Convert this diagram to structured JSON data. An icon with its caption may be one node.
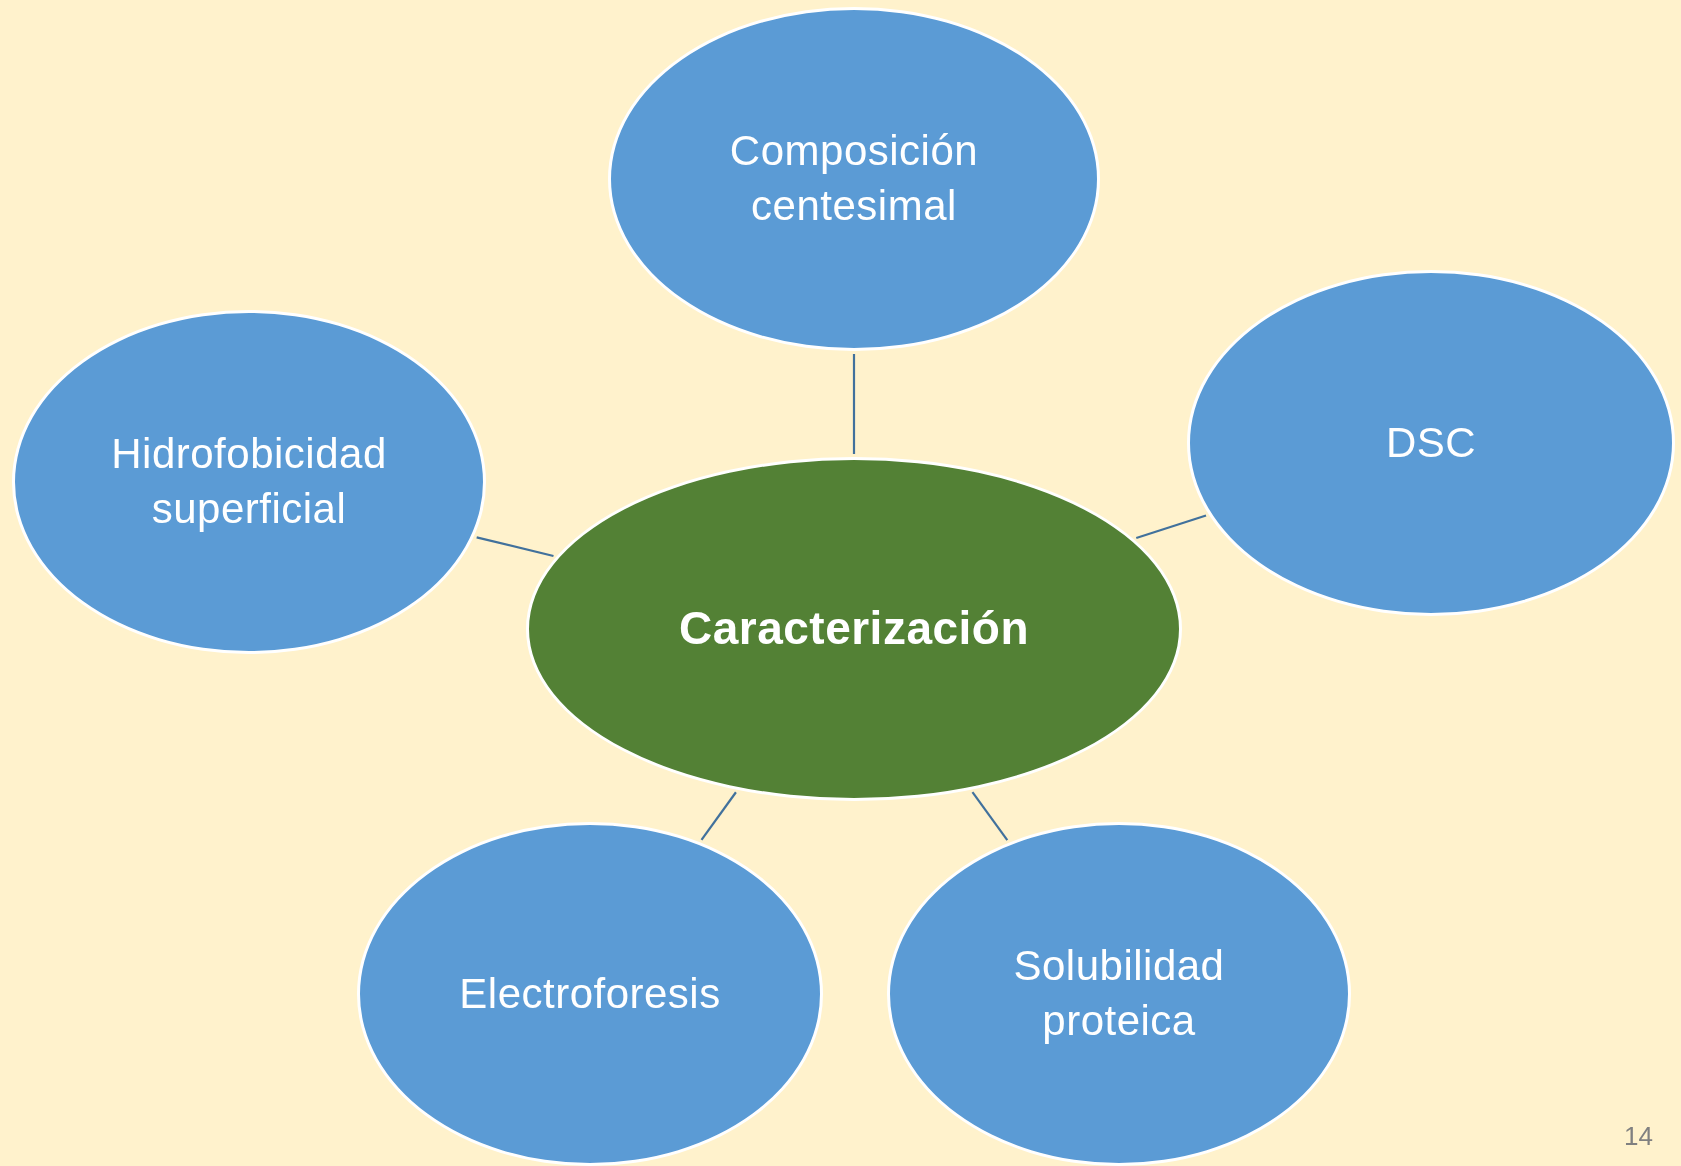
{
  "diagram": {
    "nodes": [
      {
        "text": [
          "Composición centesimal"
        ]
      },
      {
        "text": [
          "DSC"
        ]
      },
      {
        "text": [
          "Hidrofobicidad superficial"
        ]
      },
      {
        "text": [
          "Caracterización"
        ]
      },
      {
        "text": [
          "Electroforesis"
        ]
      },
      {
        "text": [
          "Solubilidad proteica"
        ]
      }
    ],
    "edges": [
      {
        "from": 3,
        "to": 0,
        "arrow": "none"
      },
      {
        "from": 3,
        "to": 1,
        "arrow": "none"
      },
      {
        "from": 3,
        "to": 2,
        "arrow": "none"
      },
      {
        "from": 3,
        "to": 4,
        "arrow": "none"
      },
      {
        "from": 3,
        "to": 5,
        "arrow": "none"
      }
    ],
    "labels": [
      "14"
    ]
  }
}
